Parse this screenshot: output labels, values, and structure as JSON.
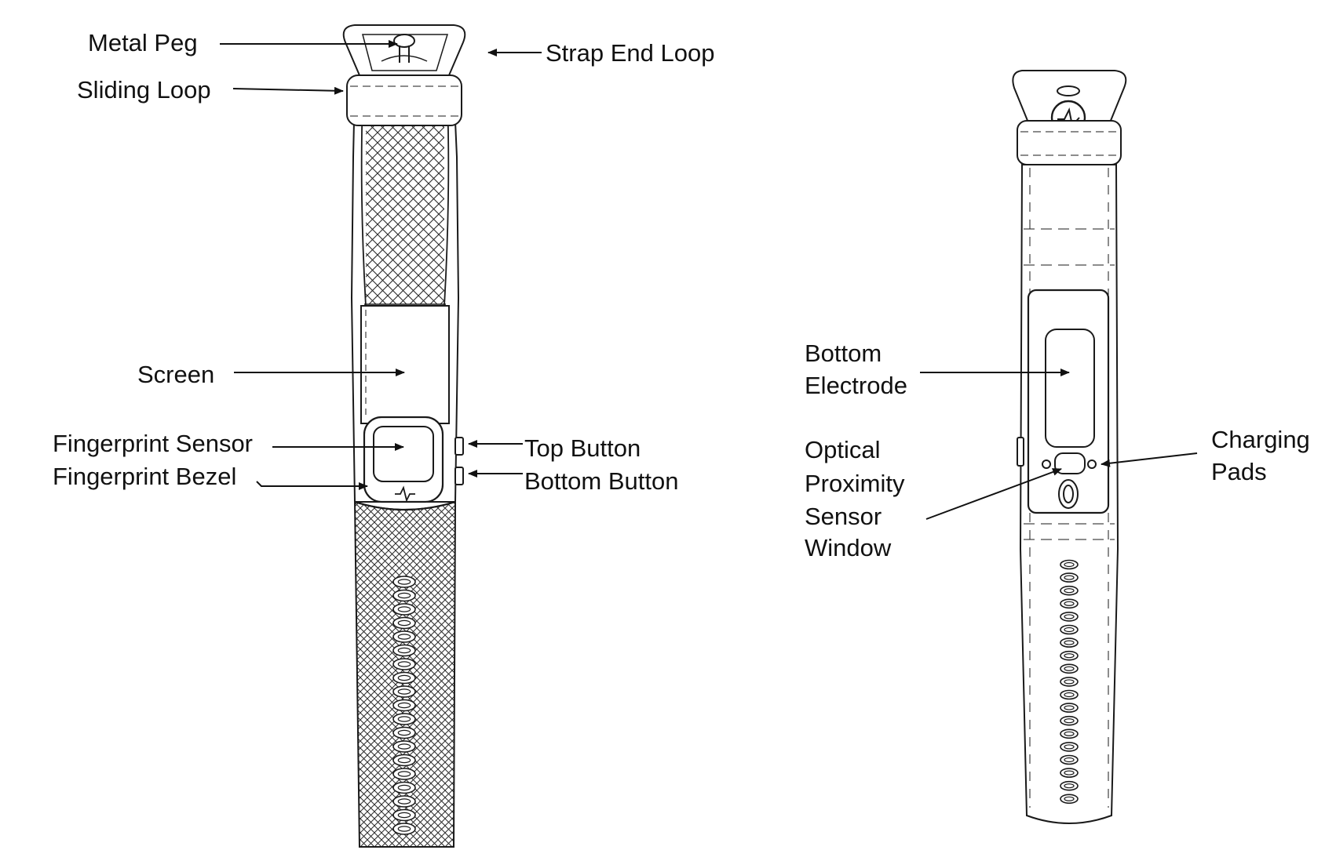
{
  "figure": {
    "colors": {
      "line": "#1a1a1a",
      "label": "#111111",
      "background": "#ffffff"
    },
    "front_labels": {
      "metal_peg": "Metal Peg",
      "sliding_loop": "Sliding Loop",
      "strap_end_loop": "Strap End Loop",
      "screen": "Screen",
      "fingerprint_sensor": "Fingerprint Sensor",
      "fingerprint_bezel": "Fingerprint Bezel",
      "top_button": "Top Button",
      "bottom_button": "Bottom Button"
    },
    "back_labels": {
      "bottom_electrode": [
        "Bottom",
        "Electrode"
      ],
      "optical_proximity_sensor_window": [
        "Optical",
        "Proximity",
        "Sensor",
        "Window"
      ],
      "charging_pads": [
        "Charging",
        "Pads"
      ]
    }
  }
}
